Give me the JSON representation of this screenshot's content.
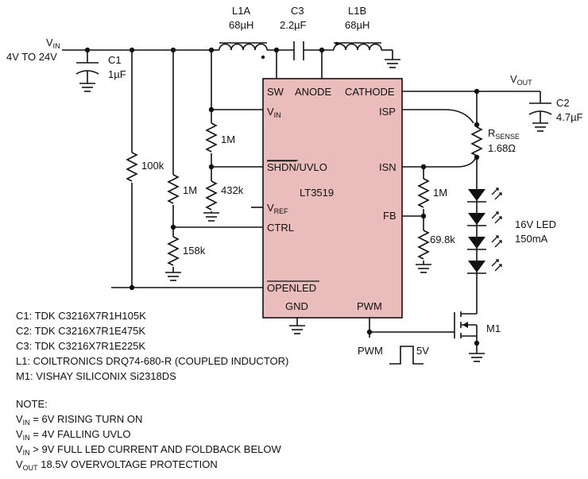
{
  "chip": {
    "name": "LT3519",
    "pins": {
      "sw": "SW",
      "anode": "ANODE",
      "cathode": "CATHODE",
      "vin": "V",
      "vin_sub": "IN",
      "shdn": "SHDN",
      "uvlo": "/UVLO",
      "vref": "V",
      "vref_sub": "REF",
      "ctrl": "CTRL",
      "openled": "OPENLED",
      "gnd": "GND",
      "isp": "ISP",
      "isn": "ISN",
      "fb": "FB",
      "pwm": "PWM"
    },
    "fill_color": "#eabcbc"
  },
  "input": {
    "vin": "V",
    "vin_sub": "IN",
    "range": "4V TO 24V"
  },
  "components": {
    "c1": {
      "ref": "C1",
      "value": "1µF"
    },
    "c2": {
      "ref": "C2",
      "value": "4.7µF"
    },
    "c3": {
      "ref": "C3",
      "value": "2.2µF"
    },
    "l1a": {
      "ref": "L1A",
      "value": "68µH"
    },
    "l1b": {
      "ref": "L1B",
      "value": "68µH"
    },
    "r100k": "100k",
    "r1m_ctrl": "1M",
    "r158k": "158k",
    "r1m_vin": "1M",
    "r432k": "432k",
    "r1m_fb": "1M",
    "r69k8": "69.8k",
    "rsense": {
      "ref": "R",
      "ref_sub": "SENSE",
      "value": "1.68Ω"
    },
    "m1": "M1"
  },
  "output": {
    "vout": "V",
    "vout_sub": "OUT",
    "led": "16V LED",
    "current": "150mA"
  },
  "pwm_input": {
    "label": "PWM",
    "amplitude": "5V"
  },
  "bom": [
    "C1: TDK C3216X7R1H105K",
    "C2: TDK C3216X7R1E475K",
    "C3: TDK C3216X7R1E225K",
    "L1: COILTRONICS DRQ74-680-R (COUPLED INDUCTOR)",
    "M1: VISHAY SILICONIX Si2318DS"
  ],
  "note": {
    "title": "NOTE:",
    "lines": [
      {
        "v": "V",
        "sub": "IN",
        "text": " = 6V RISING TURN ON"
      },
      {
        "v": "V",
        "sub": "IN",
        "text": " = 4V FALLING UVLO"
      },
      {
        "v": "V",
        "sub": "IN",
        "text": " > 9V FULL LED CURRENT AND FOLDBACK BELOW"
      },
      {
        "v": "V",
        "sub": "OUT",
        "text": " 18.5V OVERVOLTAGE PROTECTION"
      }
    ]
  }
}
